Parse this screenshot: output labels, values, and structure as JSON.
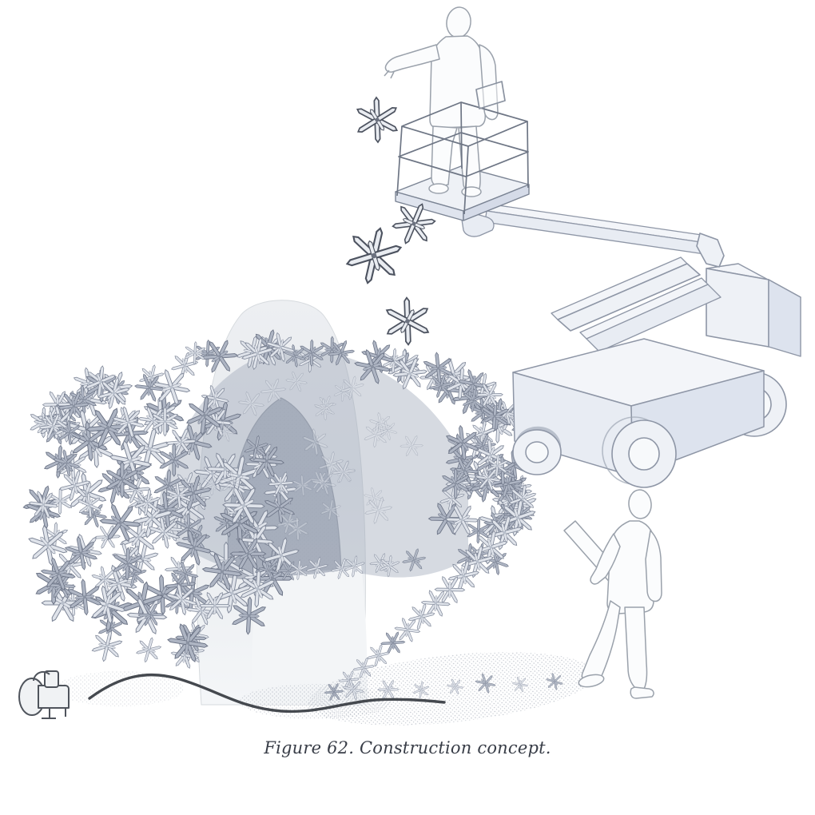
{
  "figure": {
    "caption": "Figure 62. Construction concept.",
    "caption_label": "Figure 62.",
    "caption_title": "Construction concept."
  },
  "colors": {
    "page_background": "#ffffff",
    "caption_text": "#383d47",
    "machine_fill": "#eef1f6",
    "machine_shade": "#dde3ee",
    "machine_outline": "#8e96a6",
    "star_fill_light": "#dfe3ea",
    "star_fill_dark": "#aeb5c3",
    "star_outline": "#7f8798",
    "formwork_fill": "#eceef1",
    "veil_fill": "#99a2b3",
    "arch_fill": "#8b94a6",
    "hose_stroke": "#45494f",
    "silhouette_outline": "#9aa1ab"
  },
  "scene": {
    "icons": [
      "star-module-icon",
      "inflatable-formwork-icon",
      "entrance-arch-icon",
      "boom-lift-icon",
      "lift-basket-icon",
      "worker-silhouette-icon",
      "observer-silhouette-icon",
      "air-compressor-icon",
      "air-hose-icon",
      "ground-shadow-icon"
    ]
  }
}
